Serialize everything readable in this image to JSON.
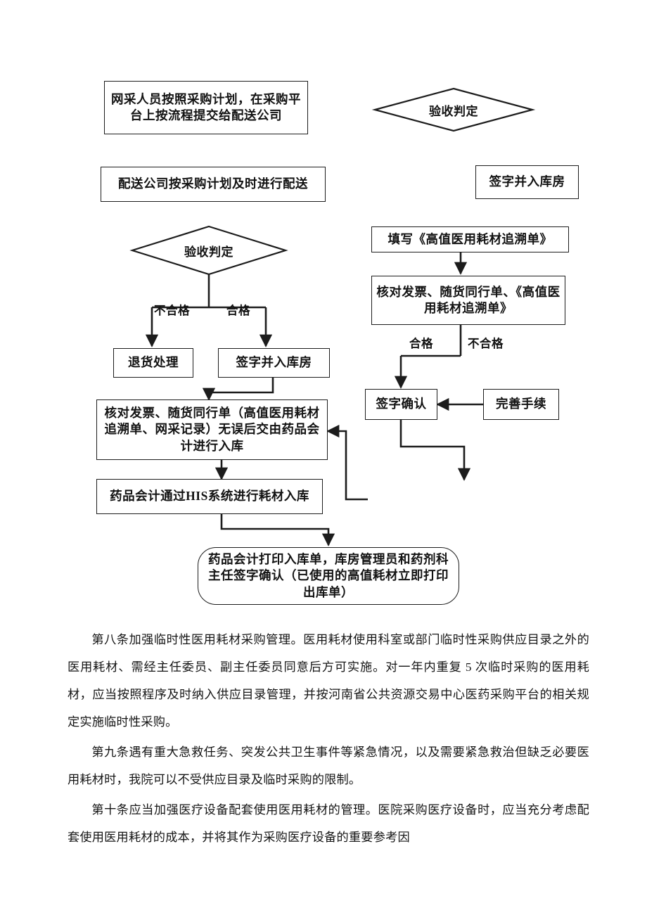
{
  "document": {
    "type": "flowchart-with-body-text",
    "language": "zh-CN"
  },
  "flowchart": {
    "nodes": {
      "n1_online_purchase": "网采人员按照采购计划，在采购平台上按流程提交给配送公司",
      "n2_delivery": "配送公司按采购计划及时进行配送",
      "n3_acceptance_decision_left": "验收判定",
      "n4_return_handling": "退货处理",
      "n5_sign_and_warehouse_left": "签字并入库房",
      "n6_check_invoice_left": "核对发票、随货同行单（高值医用耗材追溯单、网采记录）无误后交由药品会计进行入库",
      "n7_his_entry": "药品会计通过HIS系统进行耗材入库",
      "n8_print_entry_form": "药品会计打印入库单，库房管理员和药剂科主任签字确认（已使用的高值耗材立即打印出库单）",
      "n9_acceptance_decision_right": "验收判定",
      "n10_sign_and_warehouse_right": "签字并入库房",
      "n11_fill_traceability": "填写《高值医用耗材追溯单》",
      "n12_check_invoice_right": "核对发票、随货同行单、《高值医用耗材追溯单》",
      "n13_sign_confirm": "签字确认",
      "n14_complete_procedures": "完善手续"
    },
    "edge_labels": {
      "left_fail": "不合格",
      "left_pass": "合格",
      "right_pass": "合格",
      "right_fail": "不合格"
    },
    "line_color": "#1c1c1c"
  },
  "body": {
    "paragraphs": [
      "第八条加强临时性医用耗材采购管理。医用耗材使用科室或部门临时性采购供应目录之外的医用耗材、需经主任委员、副主任委员同意后方可实施。对一年内重复 5 次临时采购的医用耗材，应当按照程序及时纳入供应目录管理，并按河南省公共资源交易中心医药采购平台的相关规定实施临时性采购。",
      "第九条遇有重大急救任务、突发公共卫生事件等紧急情况，以及需要紧急救治但缺乏必要医用耗材时，我院可以不受供应目录及临时采购的限制。",
      "第十条应当加强医疗设备配套使用医用耗材的管理。医院采购医疗设备时，应当充分考虑配套使用医用耗材的成本，并将其作为采购医疗设备的重要参考因"
    ]
  }
}
